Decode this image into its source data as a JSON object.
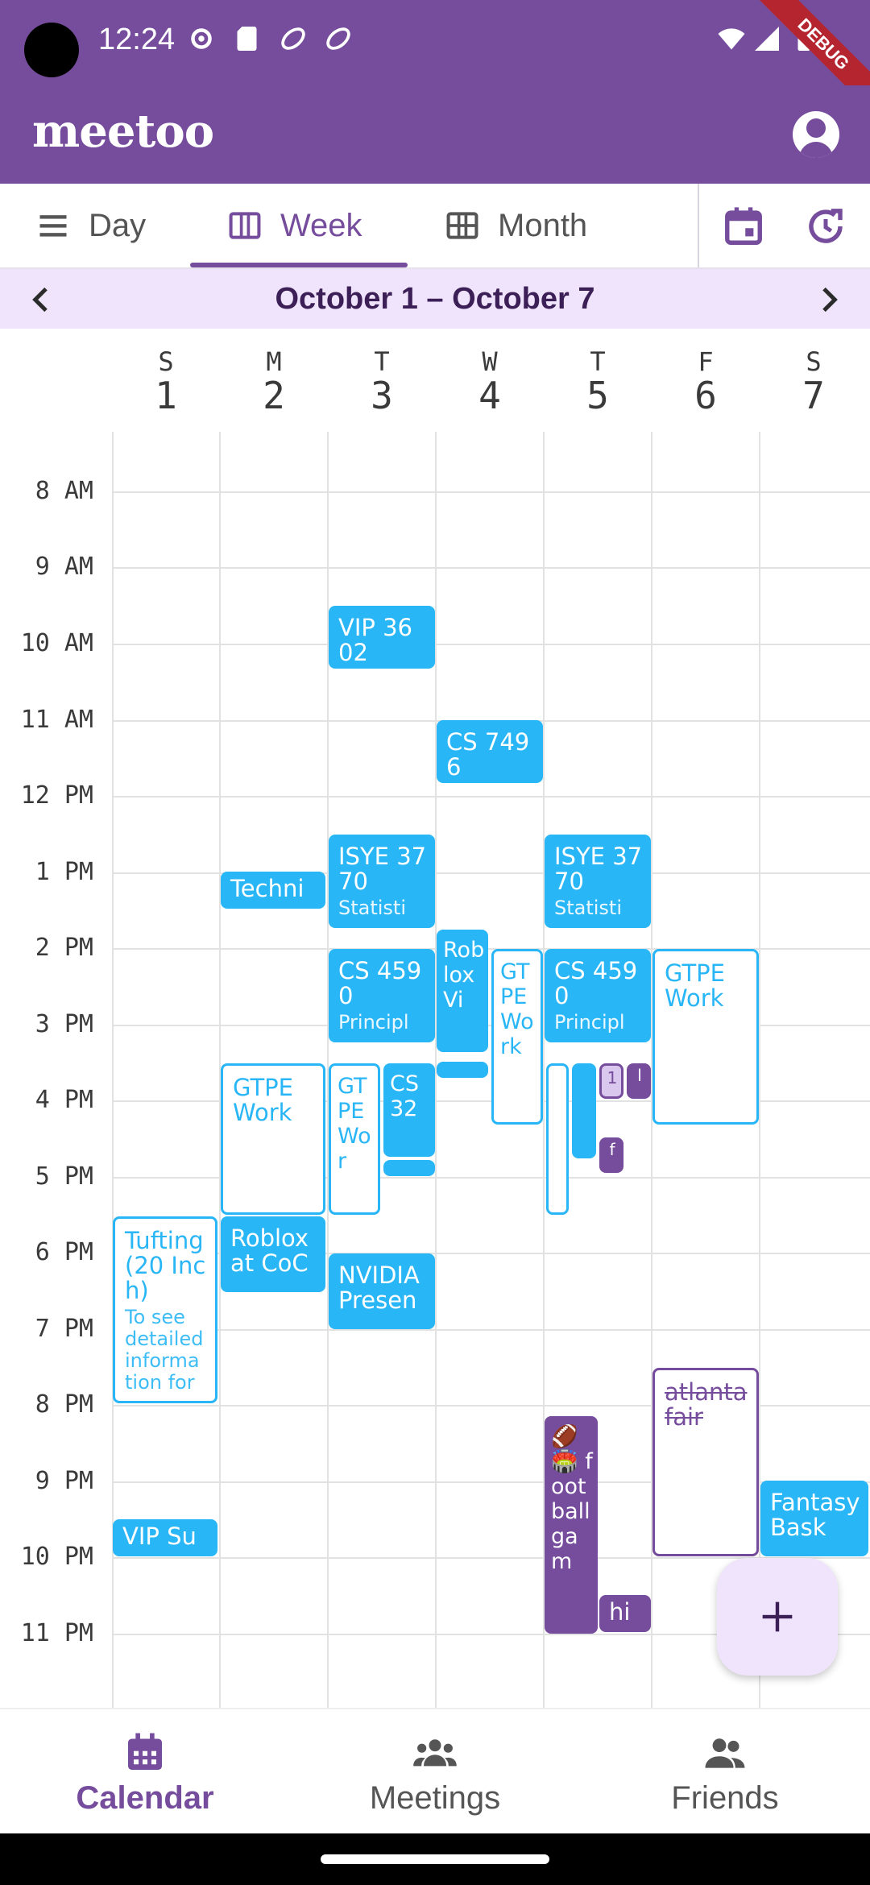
{
  "status_bar": {
    "time": "12:24"
  },
  "app": {
    "title": "meetoo",
    "debug_label": "DEBUG"
  },
  "tabs": [
    {
      "label": "Day"
    },
    {
      "label": "Week"
    },
    {
      "label": "Month"
    }
  ],
  "range": {
    "label": "October 1 – October 7"
  },
  "days": [
    {
      "letter": "S",
      "num": "1"
    },
    {
      "letter": "M",
      "num": "2"
    },
    {
      "letter": "T",
      "num": "3"
    },
    {
      "letter": "W",
      "num": "4"
    },
    {
      "letter": "T",
      "num": "5"
    },
    {
      "letter": "F",
      "num": "6"
    },
    {
      "letter": "S",
      "num": "7"
    }
  ],
  "hours": [
    "8 AM",
    "9 AM",
    "10 AM",
    "11 AM",
    "12 PM",
    "1 PM",
    "2 PM",
    "3 PM",
    "4 PM",
    "5 PM",
    "6 PM",
    "7 PM",
    "8 PM",
    "9 PM",
    "10 PM",
    "11 PM"
  ],
  "events": {
    "vip3602": {
      "title": "VIP 3602"
    },
    "cs7496": {
      "title": "CS 7496"
    },
    "isye_t": {
      "title": "ISYE 3770",
      "sub": "Statisti"
    },
    "isye_th": {
      "title": "ISYE 3770",
      "sub": "Statisti"
    },
    "techni": {
      "title": "Techni"
    },
    "roblox_vi": {
      "title": "Roblox Vi"
    },
    "gtpe_w": {
      "title": "GTPE Work"
    },
    "cs4590_t": {
      "title": "CS 4590",
      "sub": "Principl"
    },
    "cs4590_th": {
      "title": "CS 4590",
      "sub": "Principl"
    },
    "gtpe_f": {
      "title": "GTPE Work"
    },
    "gtpe_m": {
      "title": "GTPE Work"
    },
    "gtpe_t": {
      "title": "GTPE Wor"
    },
    "cs32": {
      "title": "CS 32"
    },
    "tiny_1": {
      "title": "1"
    },
    "tiny_l": {
      "title": "l"
    },
    "tiny_f": {
      "title": "f"
    },
    "tufting": {
      "title": "Tufting (20 Inch)",
      "sub": "To see detailed informa tion for"
    },
    "roblox_coc": {
      "title": "Roblox at CoC"
    },
    "nvidia": {
      "title": "NVIDIA Presen"
    },
    "atlanta": {
      "title": "atlanta fair"
    },
    "football": {
      "title": "🏈🏟️ football gam"
    },
    "hi": {
      "title": "hi"
    },
    "fantasy": {
      "title": "Fantasy Bask"
    },
    "vip_su": {
      "title": "VIP Su"
    }
  },
  "bottom_nav": [
    {
      "label": "Calendar"
    },
    {
      "label": "Meetings"
    },
    {
      "label": "Friends"
    }
  ],
  "colors": {
    "primary": "#764c9c",
    "event_blue": "#29b6f6",
    "range_bg": "#efe4fb"
  }
}
